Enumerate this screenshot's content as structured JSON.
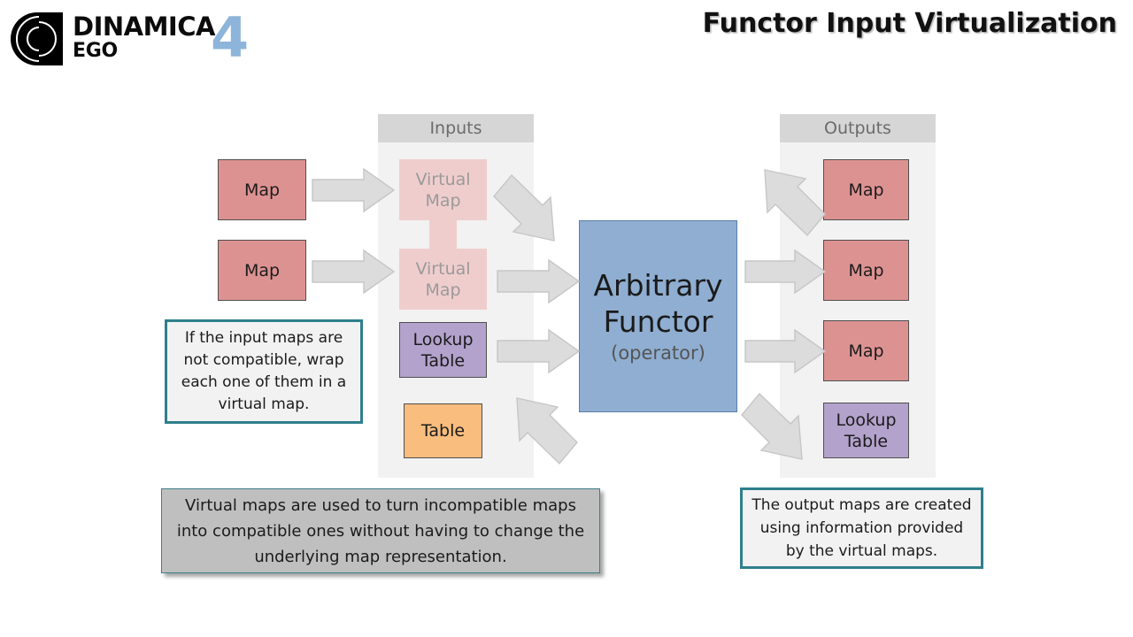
{
  "brand": {
    "logo_icon": "dinamica-spiral-logo",
    "line1": "DINAMICA",
    "line2": "EGO",
    "version": "4",
    "version_color": "#8db4da"
  },
  "header": {
    "title": "Functor Input Virtualization"
  },
  "diagram": {
    "columns": [
      {
        "id": "inputs",
        "header": "Inputs"
      },
      {
        "id": "outputs",
        "header": "Outputs"
      }
    ],
    "input_sources": [
      {
        "label": "Map",
        "type": "map",
        "color": "#dd9292"
      },
      {
        "label": "Map",
        "type": "map",
        "color": "#dd9292"
      }
    ],
    "inputs": [
      {
        "label": "Virtual\nMap",
        "line1": "Virtual",
        "line2": "Map",
        "type": "virtual-map",
        "color": "#f0cdcd"
      },
      {
        "label": "Virtual\nMap",
        "line1": "Virtual",
        "line2": "Map",
        "type": "virtual-map",
        "color": "#f0cdcd"
      },
      {
        "label": "Lookup\nTable",
        "line1": "Lookup",
        "line2": "Table",
        "type": "lookup-table",
        "color": "#b3a2cc"
      },
      {
        "label": "Table",
        "line1": "Table",
        "line2": "",
        "type": "table",
        "color": "#f9bd7e"
      }
    ],
    "functor": {
      "title_line1": "Arbitrary",
      "title_line2": "Functor",
      "subtitle": "(operator)",
      "color": "#8faed2"
    },
    "outputs": [
      {
        "label": "Map",
        "line1": "Map",
        "line2": "",
        "type": "map",
        "color": "#dd9292"
      },
      {
        "label": "Map",
        "line1": "Map",
        "line2": "",
        "type": "map",
        "color": "#dd9292"
      },
      {
        "label": "Map",
        "line1": "Map",
        "line2": "",
        "type": "map",
        "color": "#dd9292"
      },
      {
        "label": "Lookup\nTable",
        "line1": "Lookup",
        "line2": "Table",
        "type": "lookup-table",
        "color": "#b3a2cc"
      }
    ],
    "arrow_color": "#dcdcdc"
  },
  "callouts": {
    "virtual_wrap": "If the input maps are not compatible, wrap each one of them in a virtual map.",
    "virtual_maps": "Virtual maps are used to turn incompatible maps into compatible ones without having to change the underlying map representation.",
    "output_maps": "The output maps are created using information provided by the virtual maps.",
    "accent_color": "#2e7f8c"
  }
}
